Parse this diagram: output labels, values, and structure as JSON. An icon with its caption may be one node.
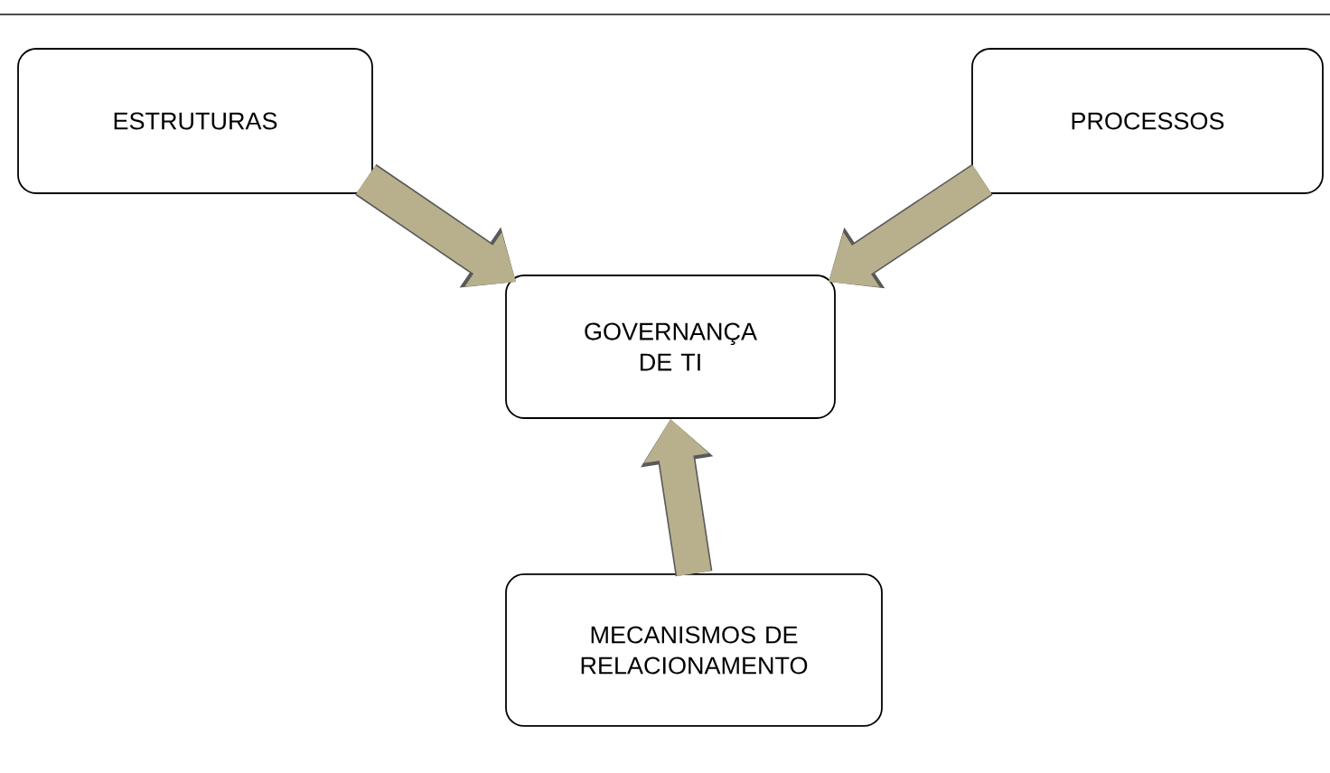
{
  "diagram": {
    "nodes": [
      {
        "text": [
          "ESTRUTURAS"
        ]
      },
      {
        "text": [
          "PROCESSOS"
        ]
      },
      {
        "text": [
          "GOVERNANÇA DE TI"
        ]
      },
      {
        "text": [
          "MECANISMOS DE RELACIONAMENTO"
        ]
      }
    ],
    "edges": [
      {
        "from": 0,
        "to": 2,
        "arrow": "to"
      },
      {
        "from": 1,
        "to": 2,
        "arrow": "to"
      },
      {
        "from": 3,
        "to": 2,
        "arrow": "to"
      }
    ]
  }
}
